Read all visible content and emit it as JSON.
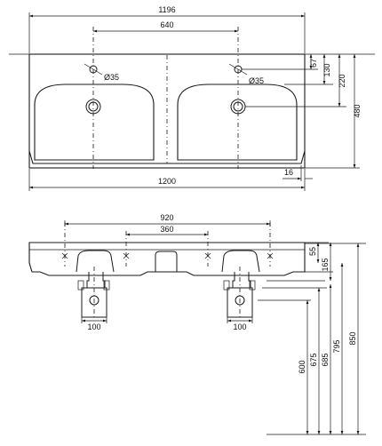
{
  "diagram": {
    "top_view": {
      "overall_width": "1196",
      "tap_hole_spacing": "640",
      "tap_hole_dia_left": "Ø35",
      "tap_hole_dia_right": "Ø35",
      "dist_67": "67",
      "dist_130": "130",
      "dist_220": "220",
      "depth_480": "480",
      "edge_16": "16",
      "total_width": "1200"
    },
    "front_view": {
      "fixing_920": "920",
      "fixing_360": "360",
      "trap_left": "100",
      "trap_right": "100",
      "thickness_55": "55",
      "dist_165": "165",
      "height_600": "600",
      "height_675": "675",
      "height_685": "685",
      "height_795": "795",
      "height_850": "850"
    }
  }
}
